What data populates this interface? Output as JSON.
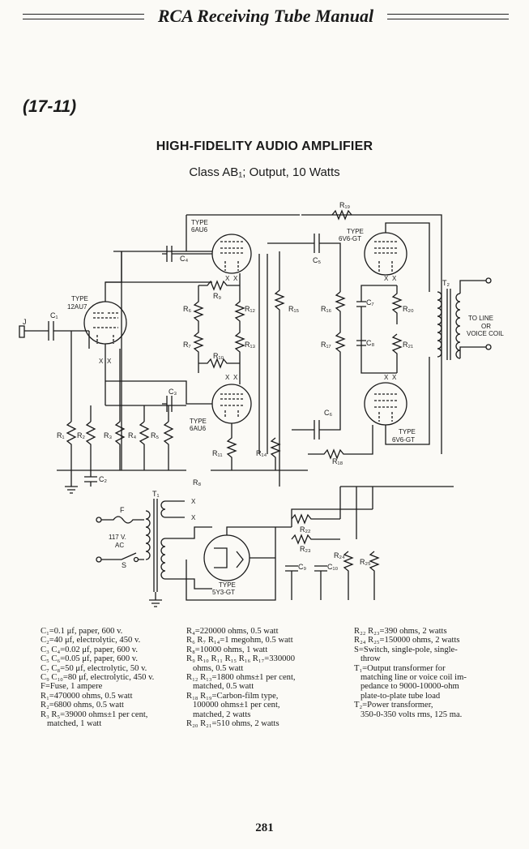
{
  "header": {
    "title": "RCA Receiving Tube Manual"
  },
  "figure_number": "(17-11)",
  "title": "HIGH-FIDELITY AUDIO AMPLIFIER",
  "subtitle": "Class AB₁; Output, 10 Watts",
  "schematic": {
    "tube_labels": {
      "v1": [
        "TYPE",
        "12AU7"
      ],
      "v2": [
        "TYPE",
        "6AU6"
      ],
      "v3": [
        "TYPE",
        "6AU6"
      ],
      "v4": [
        "TYPE",
        "6V6-GT"
      ],
      "v5": [
        "TYPE",
        "6V6-GT"
      ],
      "rect": [
        "TYPE",
        "5Y3-GT"
      ]
    },
    "component_labels": {
      "C1": "C₁",
      "C2": "C₂",
      "C3": "C₃",
      "C4": "C₄",
      "C5": "C₅",
      "C6": "C₆",
      "C7": "C₇",
      "C8": "C₈",
      "C9": "C₉",
      "C10": "C₁₀",
      "R1": "R₁",
      "R2": "R₂",
      "R3": "R₃",
      "R4": "R₄",
      "R5": "R₅",
      "R6": "R₆",
      "R7": "R₇",
      "R8": "R₈",
      "R9": "R₉",
      "R10": "R₁₀",
      "R11": "R₁₁",
      "R12": "R₁₂",
      "R13": "R₁₃",
      "R14": "R₁₄",
      "R15": "R₁₅",
      "R16": "R₁₆",
      "R17": "R₁₇",
      "R18": "R₁₈",
      "R19": "R₁₉",
      "R20": "R₂₀",
      "R21": "R₂₁",
      "R22": "R₂₂",
      "R23": "R₂₃",
      "R24": "R₂₄",
      "R25": "R₂₅",
      "T1": "T₁",
      "T2": "T₂",
      "J": "J",
      "F": "F",
      "S": "S"
    },
    "mains_label": [
      "117 V.",
      "AC"
    ],
    "output_label": [
      "TO LINE",
      "OR",
      "VOICE COIL"
    ],
    "heater_mark": "X"
  },
  "parts_list": {
    "col1": [
      "C₁=0.1 μf, paper, 600 v.",
      "C₂=40 μf, electrolytic, 450 v.",
      "C₃ C₄=0.02 μf, paper, 600 v.",
      "C₅ C₆=0.05 μf, paper, 600 v.",
      "C₇ C₈=50 μf, electrolytic, 50 v.",
      "C₉ C₁₀=80 μf, electrolytic, 450 v.",
      "F=Fuse, 1 ampere",
      "R₁=470000 ohms, 0.5 watt",
      "R₂=6800 ohms, 0.5 watt",
      "R₃ R₅=39000 ohms±1 per cent,",
      "   matched, 1 watt"
    ],
    "col2": [
      "R₄=220000 ohms, 0.5 watt",
      "R₆ R₇ R₁₄=1 megohm, 0.5 watt",
      "R₈=10000 ohms, 1 watt",
      "R₉ R₁₀ R₁₁ R₁₅ R₁₆ R₁₇=330000",
      "   ohms, 0.5 watt",
      "R₁₂ R₁₃=1800 ohms±1 per cent,",
      "   matched, 0.5 watt",
      "R₁₈ R₁₉=Carbon-film type,",
      "   100000 ohms±1 per cent,",
      "   matched, 2 watts",
      "R₂₀ R₂₁=510 ohms, 2 watts"
    ],
    "col3": [
      "R₂₂ R₂₃=390 ohms, 2 watts",
      "R₂₄ R₂₅=150000 ohms, 2 watts",
      "S=Switch, single-pole, single-",
      "   throw",
      "T₁=Output transformer for",
      "   matching line or voice coil im-",
      "   pedance to 9000-10000-ohm",
      "   plate-to-plate tube load",
      "T₂=Power transformer,",
      "   350-0-350 volts rms, 125 ma."
    ]
  },
  "page_number": "281"
}
